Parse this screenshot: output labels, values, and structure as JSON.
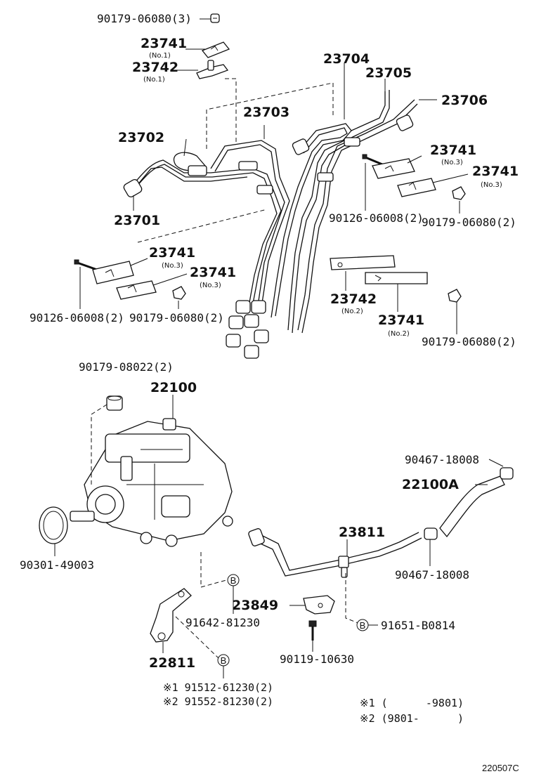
{
  "labels": {
    "p_90179_06080_3": "90179-06080(3)",
    "p_23741_no1": "23741",
    "s_no1_a": "(No.1)",
    "p_23742_no1": "23742",
    "s_no1_b": "(No.1)",
    "p_23704": "23704",
    "p_23705": "23705",
    "p_23706": "23706",
    "p_23703": "23703",
    "p_23702": "23702",
    "p_23701": "23701",
    "p_23741_no3_a": "23741",
    "s_no3_a": "(No.3)",
    "p_23741_no3_b": "23741",
    "s_no3_b": "(No.3)",
    "p_90126_06008_a": "90126-06008(2)",
    "p_90179_06080_a": "90179-06080(2)",
    "p_23741_no3_c": "23741",
    "s_no3_c": "(No.3)",
    "p_23741_no3_d": "23741",
    "s_no3_d": "(No.3)",
    "p_90126_06008_b": "90126-06008(2)",
    "p_90179_06080_b": "90179-06080(2)",
    "p_23742_no2": "23742",
    "s_no2_a": "(No.2)",
    "p_23741_no2": "23741",
    "s_no2_b": "(No.2)",
    "p_90179_06080_c": "90179-06080(2)",
    "p_90179_08022": "90179-08022(2)",
    "p_22100": "22100",
    "p_90467_18008_a": "90467-18008",
    "p_22100A": "22100A",
    "p_23811": "23811",
    "p_90467_18008_b": "90467-18008",
    "p_90301_49003": "90301-49003",
    "p_91642_81230": "91642-81230",
    "p_23849": "23849",
    "p_91651_B0814": "91651-B0814",
    "p_22811": "22811",
    "p_90119_10630": "90119-10630",
    "n1_part": "※1 91512-61230(2)",
    "n2_part": "※2 91552-81230(2)",
    "n1_range": "※1 (      -9801)",
    "n2_range": "※2 (9801-      )",
    "b_marker": "B",
    "illustration_code": "220507C"
  }
}
